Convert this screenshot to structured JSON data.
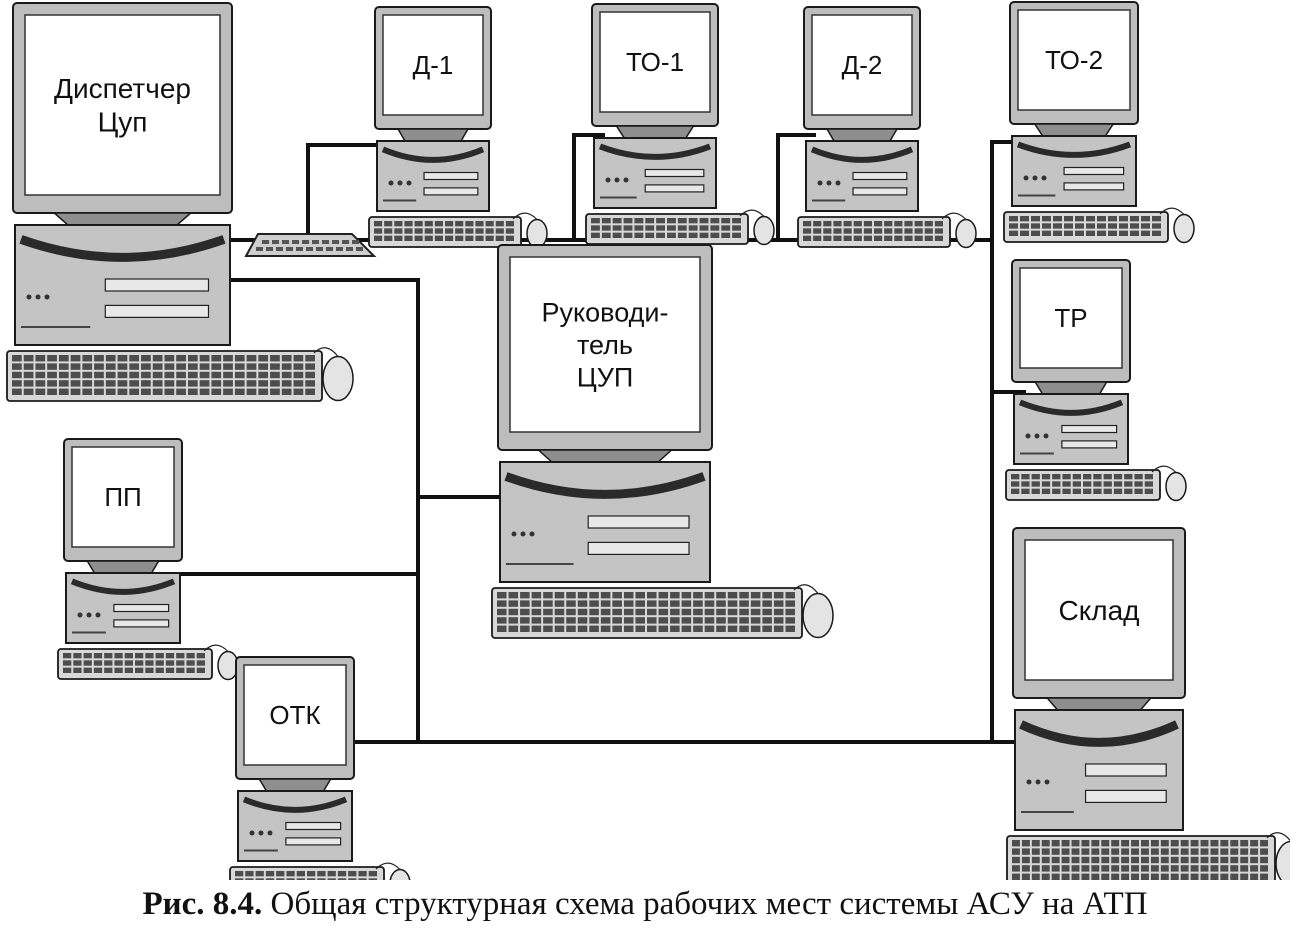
{
  "diagram": {
    "type": "network-scheme",
    "workstations": [
      {
        "id": "dispatcher",
        "label_lines": [
          "Диспетчер",
          "Цуп"
        ]
      },
      {
        "id": "d1",
        "label_lines": [
          "Д-1"
        ]
      },
      {
        "id": "to1",
        "label_lines": [
          "ТО-1"
        ]
      },
      {
        "id": "d2",
        "label_lines": [
          "Д-2"
        ]
      },
      {
        "id": "to2",
        "label_lines": [
          "ТО-2"
        ]
      },
      {
        "id": "tr",
        "label_lines": [
          "ТР"
        ]
      },
      {
        "id": "manager",
        "label_lines": [
          "Руководи-",
          "тель",
          "ЦУП"
        ]
      },
      {
        "id": "pp",
        "label_lines": [
          "ПП"
        ]
      },
      {
        "id": "otk",
        "label_lines": [
          "ОТК"
        ]
      },
      {
        "id": "warehouse",
        "label_lines": [
          "Склад"
        ]
      }
    ],
    "connections": [
      [
        "dispatcher",
        "d1"
      ],
      [
        "dispatcher",
        "to1"
      ],
      [
        "dispatcher",
        "d2"
      ],
      [
        "dispatcher",
        "to2"
      ],
      [
        "dispatcher",
        "tr"
      ],
      [
        "dispatcher",
        "warehouse"
      ],
      [
        "dispatcher",
        "manager"
      ],
      [
        "dispatcher",
        "pp"
      ],
      [
        "dispatcher",
        "otk"
      ]
    ]
  },
  "caption": {
    "label": "Рис. 8.4.",
    "text": "Общая структурная схема рабочих мест системы АСУ на АТП"
  }
}
